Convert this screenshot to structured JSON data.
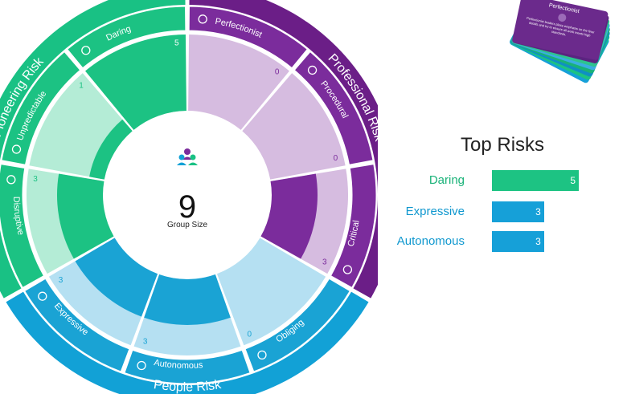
{
  "center": {
    "value": "9",
    "label": "Group Size"
  },
  "chart_data": {
    "type": "radial-bar",
    "groups": [
      {
        "name": "Professional Risk",
        "color": "#6b1e87",
        "inner_color": "#7b2c9c",
        "track": "#d6bce0",
        "traits": [
          {
            "name": "Perfectionist",
            "value": 0,
            "icon": "certificate-icon"
          },
          {
            "name": "Procedural",
            "value": 0,
            "icon": "upload-arrows-icon"
          },
          {
            "name": "Critical",
            "value": 3,
            "icon": "exclamation-icon"
          }
        ]
      },
      {
        "name": "People Risk",
        "color": "#12a1d6",
        "inner_color": "#1aa3d4",
        "track": "#b5e0f2",
        "traits": [
          {
            "name": "Obliging",
            "value": 0,
            "icon": "people-shapes-icon"
          },
          {
            "name": "Autonomous",
            "value": 3,
            "icon": "dots-grid-icon"
          },
          {
            "name": "Expressive",
            "value": 3,
            "icon": "presenter-icon"
          }
        ]
      },
      {
        "name": "Pioneering Risk",
        "color": "#19c184",
        "inner_color": "#1cc283",
        "track": "#b4ecd6",
        "traits": [
          {
            "name": "Disruptive",
            "value": 3,
            "icon": "dispersing-icon"
          },
          {
            "name": "Unpredictable",
            "value": 1,
            "icon": "shuffle-icon"
          },
          {
            "name": "Daring",
            "value": 5,
            "icon": "warning-icon"
          }
        ]
      }
    ],
    "value_max": 5
  },
  "top_risks": {
    "title": "Top Risks",
    "scale_max": 5,
    "items": [
      {
        "name": "Daring",
        "value": 5,
        "color": "#1dc383",
        "label_color": "#19b278"
      },
      {
        "name": "Expressive",
        "value": 3,
        "color": "#16a0d8",
        "label_color": "#1098cf"
      },
      {
        "name": "Autonomous",
        "value": 3,
        "color": "#16a0d8",
        "label_color": "#1098cf"
      }
    ]
  },
  "card": {
    "title": "Perfectionist",
    "text": "Perfectionist leaders place emphasis on the finer details and try to ensure all work meets high standards.",
    "deck_colors": [
      "#16a0d8",
      "#1dc383",
      "#0f8fc4",
      "#19b278",
      "#3aaee0",
      "#2dc48e",
      "#5b2480"
    ]
  }
}
